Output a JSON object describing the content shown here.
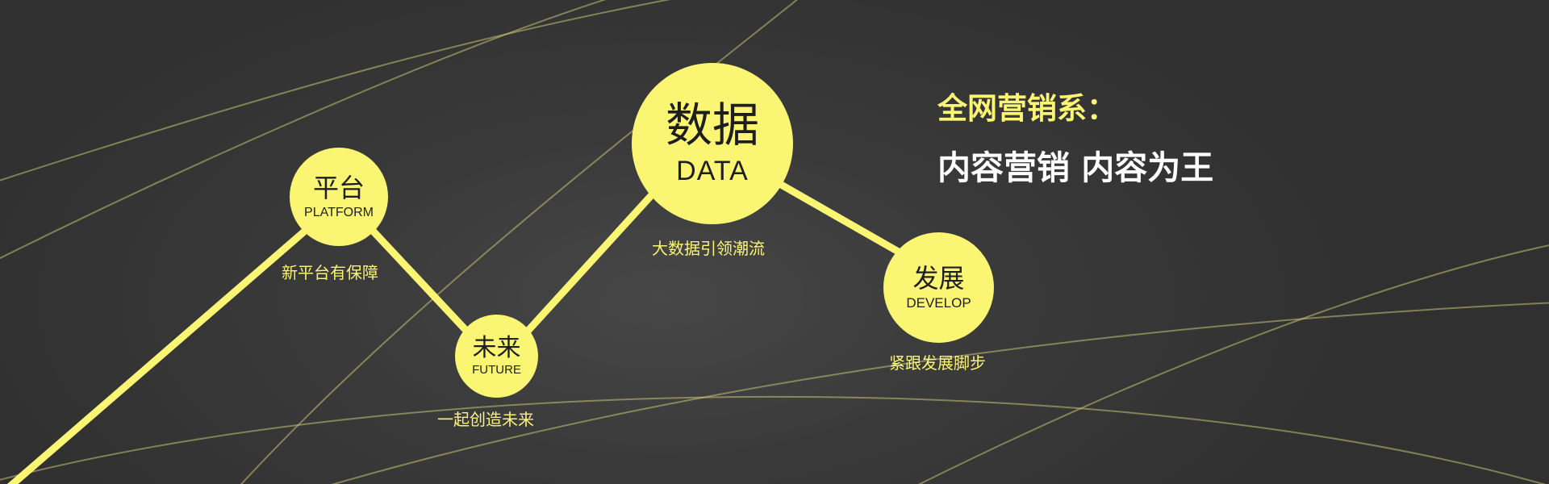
{
  "colors": {
    "accent": "#fbf574",
    "background": "#333333",
    "text_dark": "#1e1e1e",
    "text_light": "#ffffff"
  },
  "nodes": [
    {
      "id": "platform",
      "title": "平台",
      "subtitle": "PLATFORM",
      "caption": "新平台有保障"
    },
    {
      "id": "future",
      "title": "未来",
      "subtitle": "FUTURE",
      "caption": "一起创造未来"
    },
    {
      "id": "data",
      "title": "数据",
      "subtitle": "DATA",
      "caption": "大数据引领潮流"
    },
    {
      "id": "develop",
      "title": "发展",
      "subtitle": "DEVELOP",
      "caption": "紧跟发展脚步"
    }
  ],
  "headline": "全网营销系：",
  "subheadline": "内容营销 内容为王"
}
